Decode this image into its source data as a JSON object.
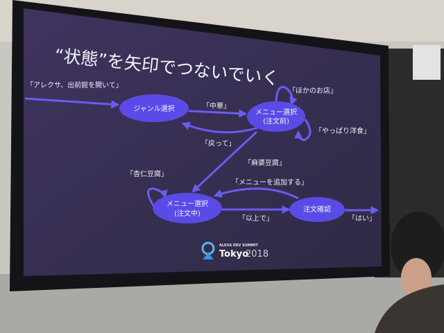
{
  "slide": {
    "title": "“状態”を矢印でつないでいく",
    "nodes": {
      "genre": "ジャンル選択",
      "menu_before_l1": "メニュー選択",
      "menu_before_l2": "(注文前)",
      "menu_during_l1": "メニュー選択",
      "menu_during_l2": "(注文中)",
      "confirm": "注文確認"
    },
    "edges": {
      "start": "「アレクサ、出前館を開いて」",
      "chinese": "「中華」",
      "back": "「戻って」",
      "other_shop": "「ほかのお店」",
      "western": "「やっぱり洋食」",
      "mapo": "「麻婆豆腐」",
      "annin": "「杏仁豆腐」",
      "add_menu": "「メニューを追加する」",
      "done": "「以上で」",
      "yes": "「はい」"
    },
    "logo": {
      "event": "ALEXA DEV SUMMIT",
      "city": "Tokyo",
      "year": "2018"
    }
  },
  "colors": {
    "slide_bg": "#3b3156",
    "node": "#5a4be6",
    "edge": "#6a5cf0"
  }
}
